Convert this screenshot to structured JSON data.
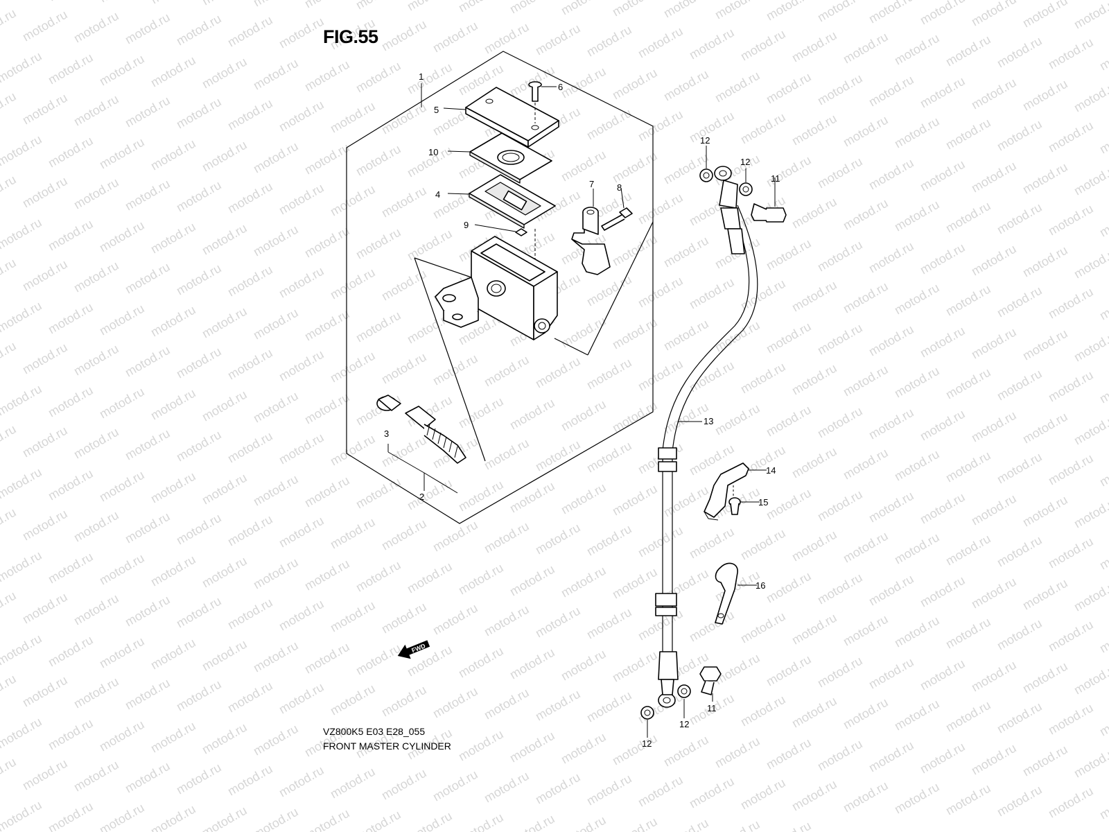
{
  "figure": {
    "title": "FIG.55",
    "model_code": "VZ800K5 E03 E28_055",
    "section_name": "FRONT MASTER CYLINDER"
  },
  "watermark": {
    "text": "motod.ru",
    "color": "#d6d6d6"
  },
  "direction_badge": {
    "text": "FWD",
    "icon": "fwd-arrow-icon"
  },
  "callouts": {
    "c1": "1",
    "c2": "2",
    "c3": "3",
    "c4": "4",
    "c5": "5",
    "c6": "6",
    "c7": "7",
    "c8": "8",
    "c9": "9",
    "c10": "10",
    "c11_top": "11",
    "c11_bottom": "11",
    "c12_top_left": "12",
    "c12_top_right": "12",
    "c12_bottom_mid": "12",
    "c12_bottom_left": "12",
    "c13": "13",
    "c14": "14",
    "c15": "15",
    "c16": "16"
  }
}
